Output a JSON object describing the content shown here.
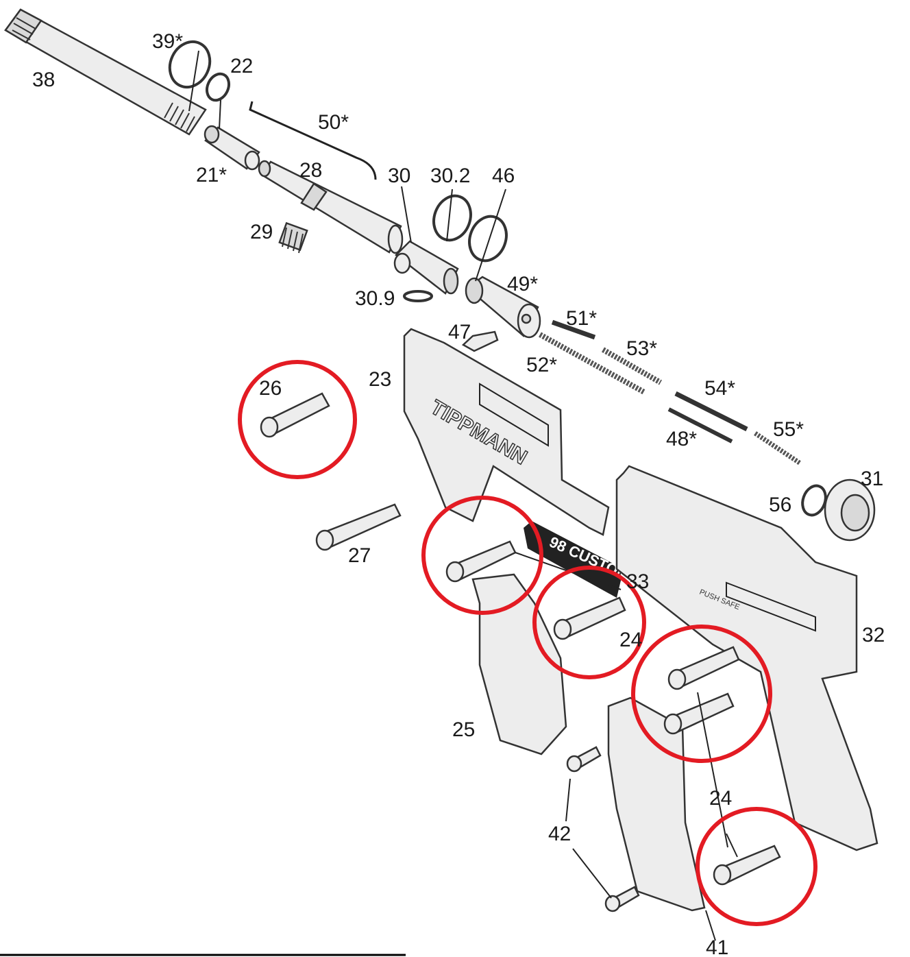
{
  "diagram": {
    "labels": {
      "p38": "38",
      "p39": "39*",
      "p22": "22",
      "p50": "50*",
      "p21": "21*",
      "p28": "28",
      "p30": "30",
      "p30_2": "30.2",
      "p46": "46",
      "p29": "29",
      "p30_9": "30.9",
      "p49": "49*",
      "p47": "47",
      "p51": "51*",
      "p52": "52*",
      "p53": "53*",
      "p23": "23",
      "p26": "26",
      "p54": "54*",
      "p48": "48*",
      "p55": "55*",
      "p31": "31",
      "p56": "56",
      "p27": "27",
      "p33": "33",
      "p32": "32",
      "p24a": "24",
      "p24b": "24",
      "p25": "25",
      "p42": "42",
      "p41": "41"
    },
    "stamps": {
      "brand": "TIPPMANN",
      "badge": "98 CUSTOM",
      "safety": "PUSH SAFE"
    },
    "highlight_color": "#e31b23"
  }
}
